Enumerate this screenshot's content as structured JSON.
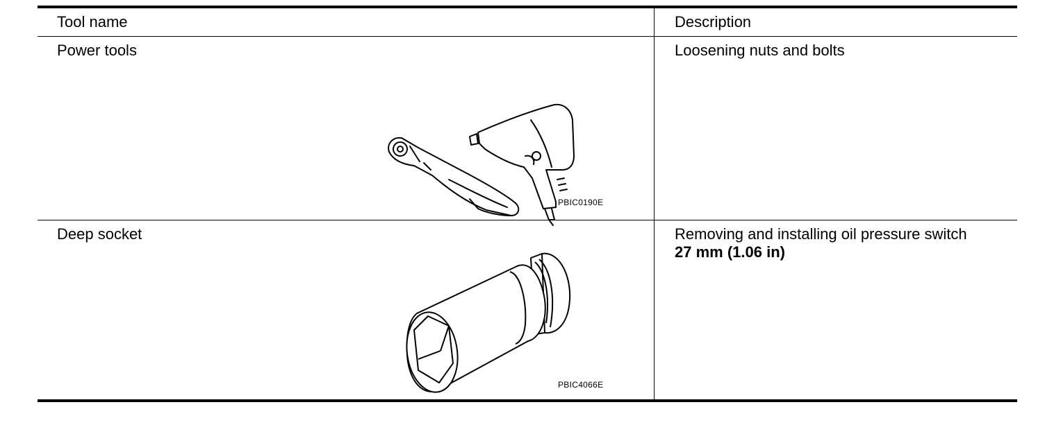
{
  "table": {
    "headers": {
      "tool_name": "Tool name",
      "description": "Description"
    },
    "rows": [
      {
        "tool_name": "Power tools",
        "description": "Loosening nuts and bolts",
        "figure_code": "PBIC0190E",
        "figure_icon": "power-tools-icon"
      },
      {
        "tool_name": "Deep socket",
        "description": "Removing and installing oil pressure switch",
        "spec": "27 mm (1.06 in)",
        "figure_code": "PBIC4066E",
        "figure_icon": "deep-socket-icon"
      }
    ]
  }
}
